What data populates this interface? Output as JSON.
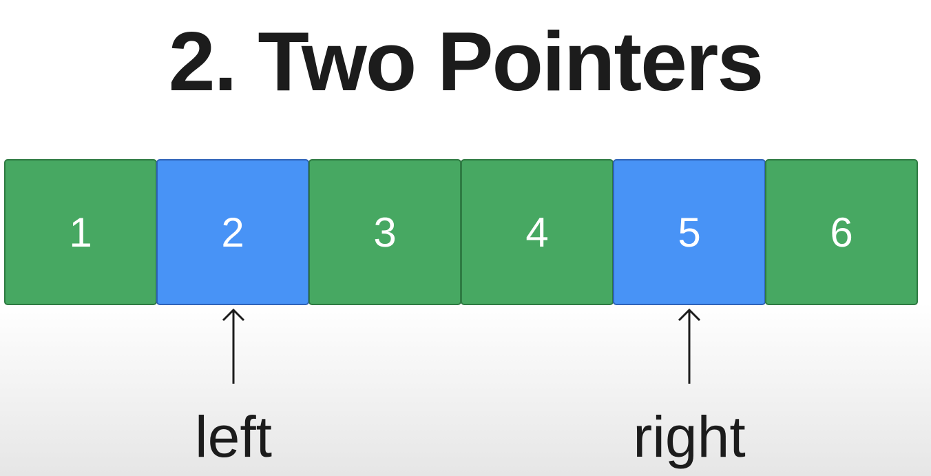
{
  "title": "2. Two Pointers",
  "array": {
    "cells": [
      {
        "value": "1",
        "highlighted": false
      },
      {
        "value": "2",
        "highlighted": true
      },
      {
        "value": "3",
        "highlighted": false
      },
      {
        "value": "4",
        "highlighted": false
      },
      {
        "value": "5",
        "highlighted": true
      },
      {
        "value": "6",
        "highlighted": false
      }
    ]
  },
  "pointers": {
    "left": {
      "label": "left",
      "index": 1
    },
    "right": {
      "label": "right",
      "index": 4
    }
  },
  "colors": {
    "default_cell": "#47a862",
    "highlight_cell": "#4893f6",
    "text": "#1c1c1c"
  }
}
